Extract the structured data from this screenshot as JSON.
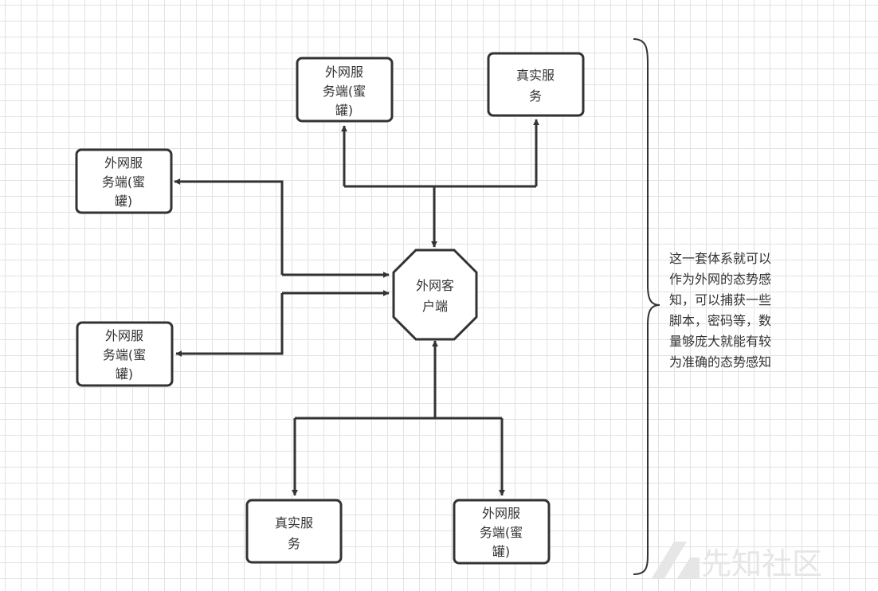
{
  "nodes": {
    "honeypot_top": [
      "外网服",
      "务端(蜜",
      "罐)"
    ],
    "real_top": [
      "真实服",
      "务"
    ],
    "honeypot_left_upper": [
      "外网服",
      "务端(蜜",
      "罐)"
    ],
    "honeypot_left_lower": [
      "外网服",
      "务端(蜜",
      "罐)"
    ],
    "client": [
      "外网客",
      "户端"
    ],
    "real_bottom": [
      "真实服",
      "务"
    ],
    "honeypot_bottom": [
      "外网服",
      "务端(蜜",
      "罐)"
    ]
  },
  "note": [
    "这一套体系就可以",
    "作为外网的态势感",
    "知，可以捕获一些",
    "脚本，密码等，数",
    "量够庞大就能有较",
    "为准确的态势感知"
  ],
  "watermark": "先知社区",
  "colors": {
    "line": "#333333",
    "text": "#333333",
    "grid": "#e2e2e2",
    "watermark": "#e6e6e6"
  }
}
